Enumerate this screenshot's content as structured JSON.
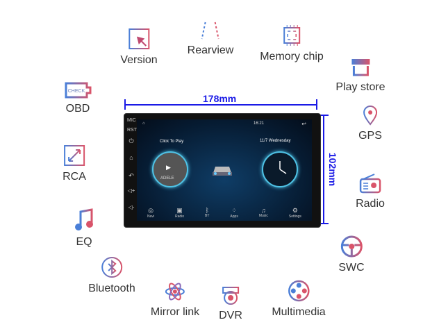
{
  "features": [
    {
      "label": "Version",
      "icon": "cursor-in-box-icon"
    },
    {
      "label": "Rearview",
      "icon": "parking-lines-icon"
    },
    {
      "label": "Memory chip",
      "icon": "chip-icon"
    },
    {
      "label": "Play store",
      "icon": "store-icon"
    },
    {
      "label": "OBD",
      "icon": "engine-check-icon",
      "icon_text": "CHECK"
    },
    {
      "label": "GPS",
      "icon": "location-pin-icon"
    },
    {
      "label": "RCA",
      "icon": "expand-arrows-icon"
    },
    {
      "label": "Radio",
      "icon": "radio-icon"
    },
    {
      "label": "EQ",
      "icon": "music-note-icon"
    },
    {
      "label": "SWC",
      "icon": "steering-wheel-icon"
    },
    {
      "label": "Bluetooth",
      "icon": "bluetooth-icon"
    },
    {
      "label": "Mirror link",
      "icon": "atom-icon"
    },
    {
      "label": "DVR",
      "icon": "camera-icon"
    },
    {
      "label": "Multimedia",
      "icon": "film-reel-icon"
    }
  ],
  "dimensions": {
    "width": "178mm",
    "height": "102mm"
  },
  "device": {
    "side_labels": [
      "MIC",
      "RST"
    ],
    "status_time": "16:21",
    "click_to_play": "Click To Play",
    "date": "11/7 Wednesday",
    "album_text": "ADELE",
    "dock": [
      "Navi",
      "Radio",
      "BT",
      "Apps",
      "Music",
      "Settings"
    ]
  },
  "colors": {
    "icon_blue": "#4a7fd8",
    "icon_red": "#d9546a",
    "dimension": "#1a1ae6",
    "label": "#333333"
  }
}
